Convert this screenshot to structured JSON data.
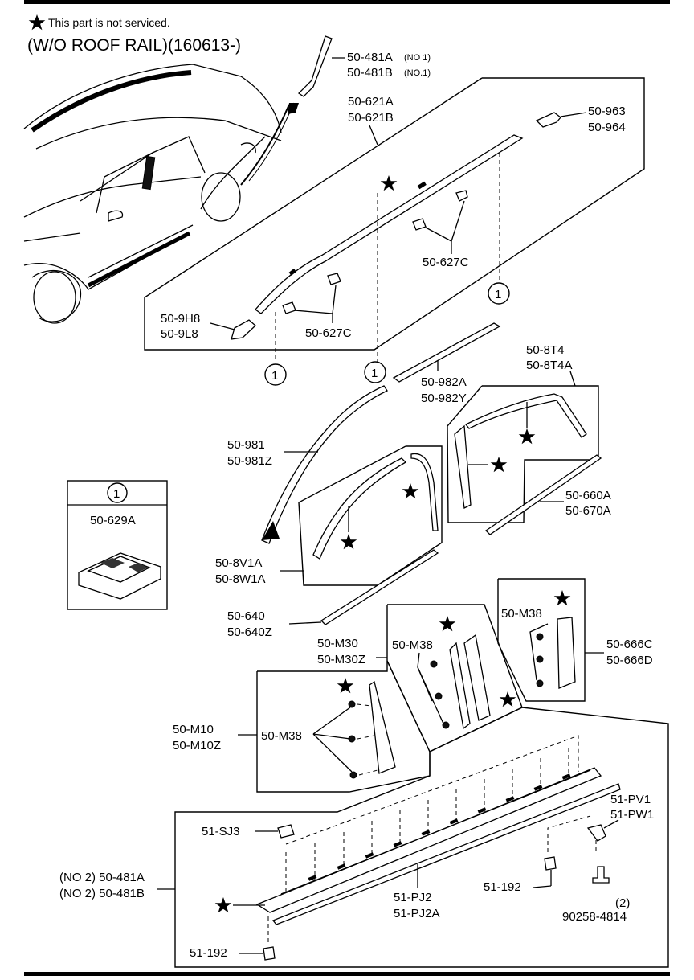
{
  "header": {
    "legend_text": "This part is not serviced.",
    "variant_title": "(W/O  ROOF RAIL)(160613-)"
  },
  "callout": {
    "number": "1",
    "inset_part": "50-629A"
  },
  "labels": {
    "p481a": "50-481A",
    "p481b": "50-481B",
    "no1a": "(NO 1)",
    "no1b": "(NO.1)",
    "p621a": "50-621A",
    "p621b": "50-621B",
    "p963": "50-963",
    "p964": "50-964",
    "p627c_top": "50-627C",
    "p627c_low": "50-627C",
    "p9h8": "50-9H8",
    "p9l8": "50-9L8",
    "p982a": "50-982A",
    "p982y": "50-982Y",
    "p8t4": "50-8T4",
    "p8t4a": "50-8T4A",
    "p981": "50-981",
    "p981z": "50-981Z",
    "p660a": "50-660A",
    "p670a": "50-670A",
    "p8v1a": "50-8V1A",
    "p8w1a": "50-8W1A",
    "p640": "50-640",
    "p640z": "50-640Z",
    "pm30": "50-M30",
    "pm30z": "50-M30Z",
    "pm38_a": "50-M38",
    "pm38_b": "50-M38",
    "pm38_c": "50-M38",
    "p666c": "50-666C",
    "p666d": "50-666D",
    "pm10": "50-M10",
    "pm10z": "50-M10Z",
    "psj3": "51-SJ3",
    "ppv1": "51-PV1",
    "ppw1": "51-PW1",
    "no2a": "(NO 2) 50-481A",
    "no2b": "(NO 2) 50-481B",
    "p192_a": "51-192",
    "p192_b": "51-192",
    "ppj2": "51-PJ2",
    "ppj2a": "51-PJ2A",
    "qty": "(2)",
    "p90258": "90258-4814"
  }
}
